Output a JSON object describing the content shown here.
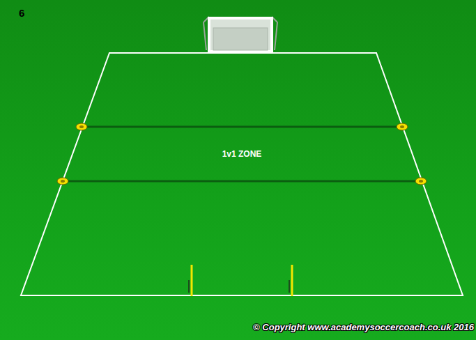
{
  "diagram": {
    "nodes": [
      {
        "text": [
          "1v1 ZONE"
        ]
      }
    ],
    "labels": [
      "6",
      "© Copyright www.academysoccercoach.co.uk 2016"
    ]
  }
}
